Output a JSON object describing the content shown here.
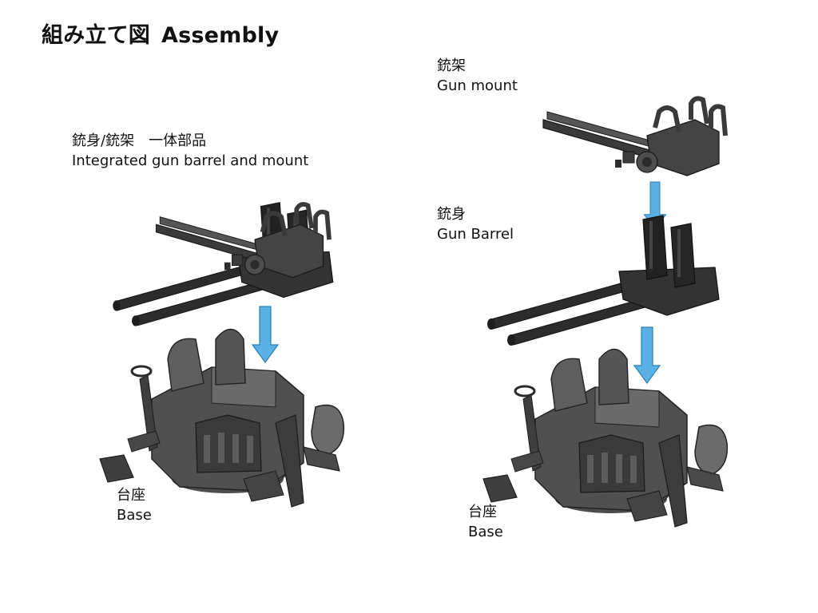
{
  "title": {
    "jp": "組み立て図",
    "en": "Assembly"
  },
  "left_group": {
    "integrated_label_jp": "銃身/銃架　一体部品",
    "integrated_label_en": "Integrated gun barrel and mount",
    "base_label_jp": "台座",
    "base_label_en": "Base"
  },
  "right_group": {
    "mount_label_jp": "銃架",
    "mount_label_en": "Gun mount",
    "barrel_label_jp": "銃身",
    "barrel_label_en": "Gun Barrel",
    "base_label_jp": "台座",
    "base_label_en": "Base"
  },
  "colors": {
    "arrow": "#5bb1e3",
    "arrow_outline": "#2a7fb5",
    "part_dark": "#2e2e2e",
    "part_mid": "#4a4a4a",
    "part_light": "#6b6b6b",
    "base_fill": "#5a5a5a"
  }
}
